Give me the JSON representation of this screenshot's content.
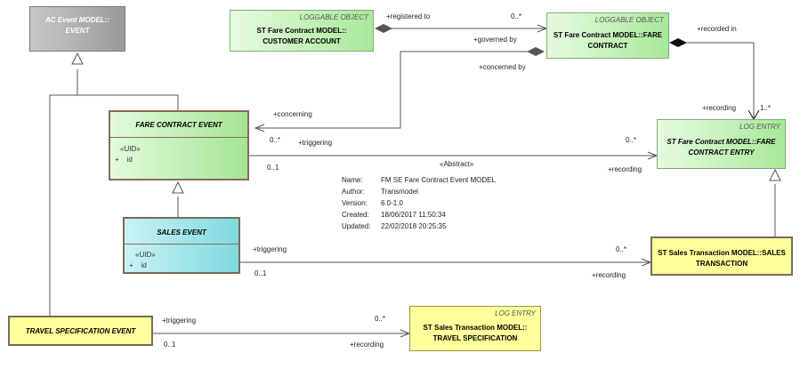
{
  "classes": {
    "ac_event": {
      "title": "AC Event MODEL::\nEVENT"
    },
    "customer_account": {
      "stereotype": "LOGGABLE OBJECT",
      "title": "ST Fare Contract MODEL::\nCUSTOMER ACCOUNT"
    },
    "fare_contract": {
      "stereotype": "LOGGABLE OBJECT",
      "title": "ST Fare Contract MODEL::FARE\nCONTRACT"
    },
    "fare_contract_event": {
      "title": "FARE CONTRACT EVENT",
      "uid": "«UID»",
      "attr": "+    id"
    },
    "sales_event": {
      "title": "SALES EVENT",
      "uid": "«UID»",
      "attr": "+    id"
    },
    "fare_contract_entry": {
      "stereotype": "LOG ENTRY",
      "title": "ST Fare Contract MODEL::FARE\nCONTRACT ENTRY"
    },
    "sales_transaction": {
      "title": "ST Sales Transaction MODEL::SALES\nTRANSACTION"
    },
    "travel_spec_event": {
      "title": "TRAVEL SPECIFICATION EVENT"
    },
    "travel_spec": {
      "stereotype": "LOG ENTRY",
      "title": "ST Sales Transaction MODEL::\nTRAVEL SPECIFICATION"
    }
  },
  "labels": {
    "registered_to": "+registered to",
    "registered_mult": "0..*",
    "governed_by": "+governed by",
    "concerned_by": "+concerned by",
    "concerning": "+concerning",
    "recorded_in": "+recorded in",
    "recording_top": "+recording",
    "recording_top_mult": "1..*",
    "fce_mult_top": "0..*",
    "fce_triggering": "+triggering",
    "fce_mult_bottom": "0..1",
    "fce_entry_mult": "0..*",
    "fce_recording": "+recording",
    "abstract": "«Abstract»",
    "se_triggering": "+triggering",
    "se_mult": "0..1",
    "se_tx_mult": "0..*",
    "se_recording": "+recording",
    "tse_triggering": "+triggering",
    "tse_mult": "0..1",
    "tse_ts_mult": "0..*",
    "tse_recording": "+recording"
  },
  "note": {
    "name_k": "Name:",
    "name_v": "FM SE Fare Contract Event MODEL",
    "author_k": "Author:",
    "author_v": "Transmodel",
    "version_k": "Version:",
    "version_v": "6.0-1.0",
    "created_k": "Created:",
    "created_v": "18/06/2017 11:50:34",
    "updated_k": "Updated:",
    "updated_v": "22/02/2018 20:25:35"
  }
}
